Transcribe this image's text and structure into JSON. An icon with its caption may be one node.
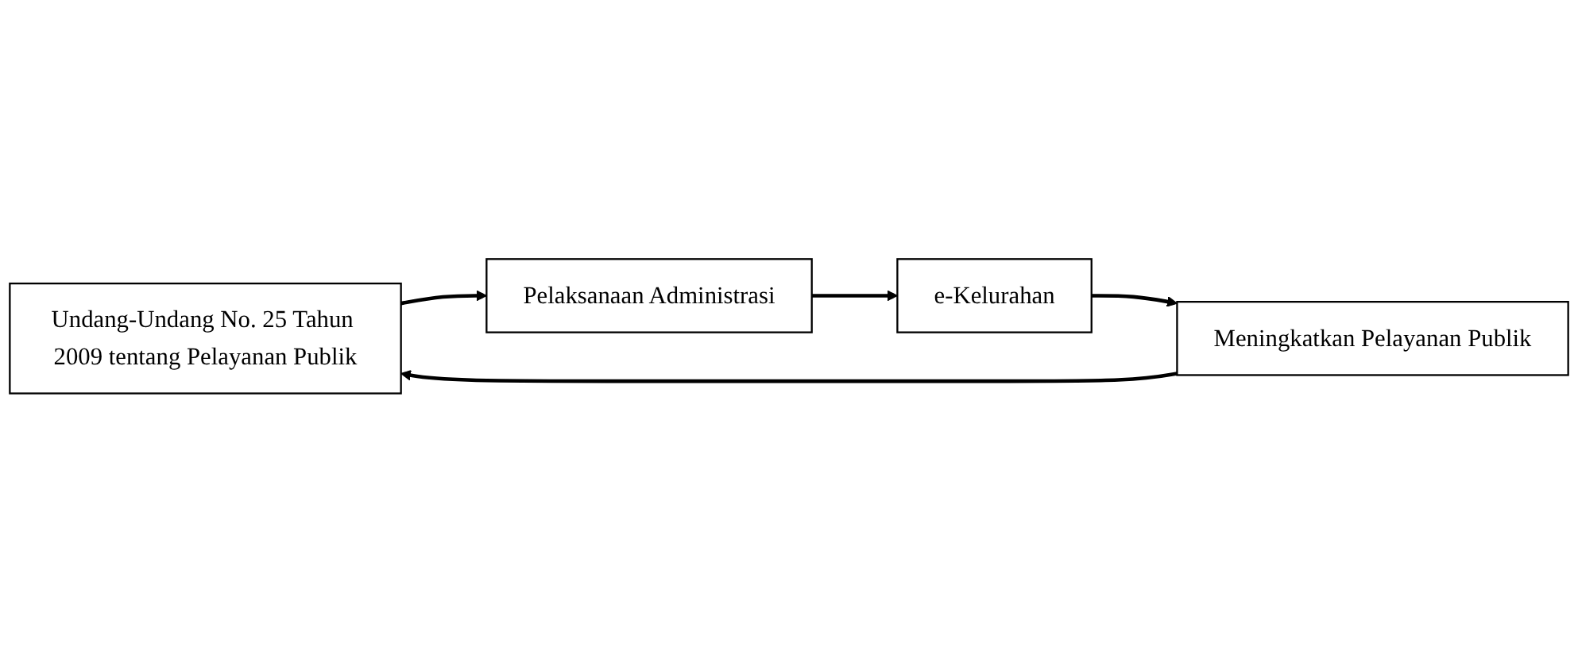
{
  "diagram": {
    "nodes": [
      {
        "text": [
          "Undang-Undang No. 25 Tahun 2009 tentang Pelayanan Publik"
        ]
      },
      {
        "text": [
          "Pelaksanaan Administrasi"
        ]
      },
      {
        "text": [
          "e-Kelurahan"
        ]
      },
      {
        "text": [
          "Meningkatkan Pelayanan Publik"
        ]
      }
    ],
    "edges": [
      {
        "from": 0,
        "to": 1,
        "arrow": "to"
      },
      {
        "from": 1,
        "to": 2,
        "arrow": "to"
      },
      {
        "from": 2,
        "to": 3,
        "arrow": "to"
      },
      {
        "from": 3,
        "to": 0,
        "arrow": "to"
      }
    ]
  }
}
